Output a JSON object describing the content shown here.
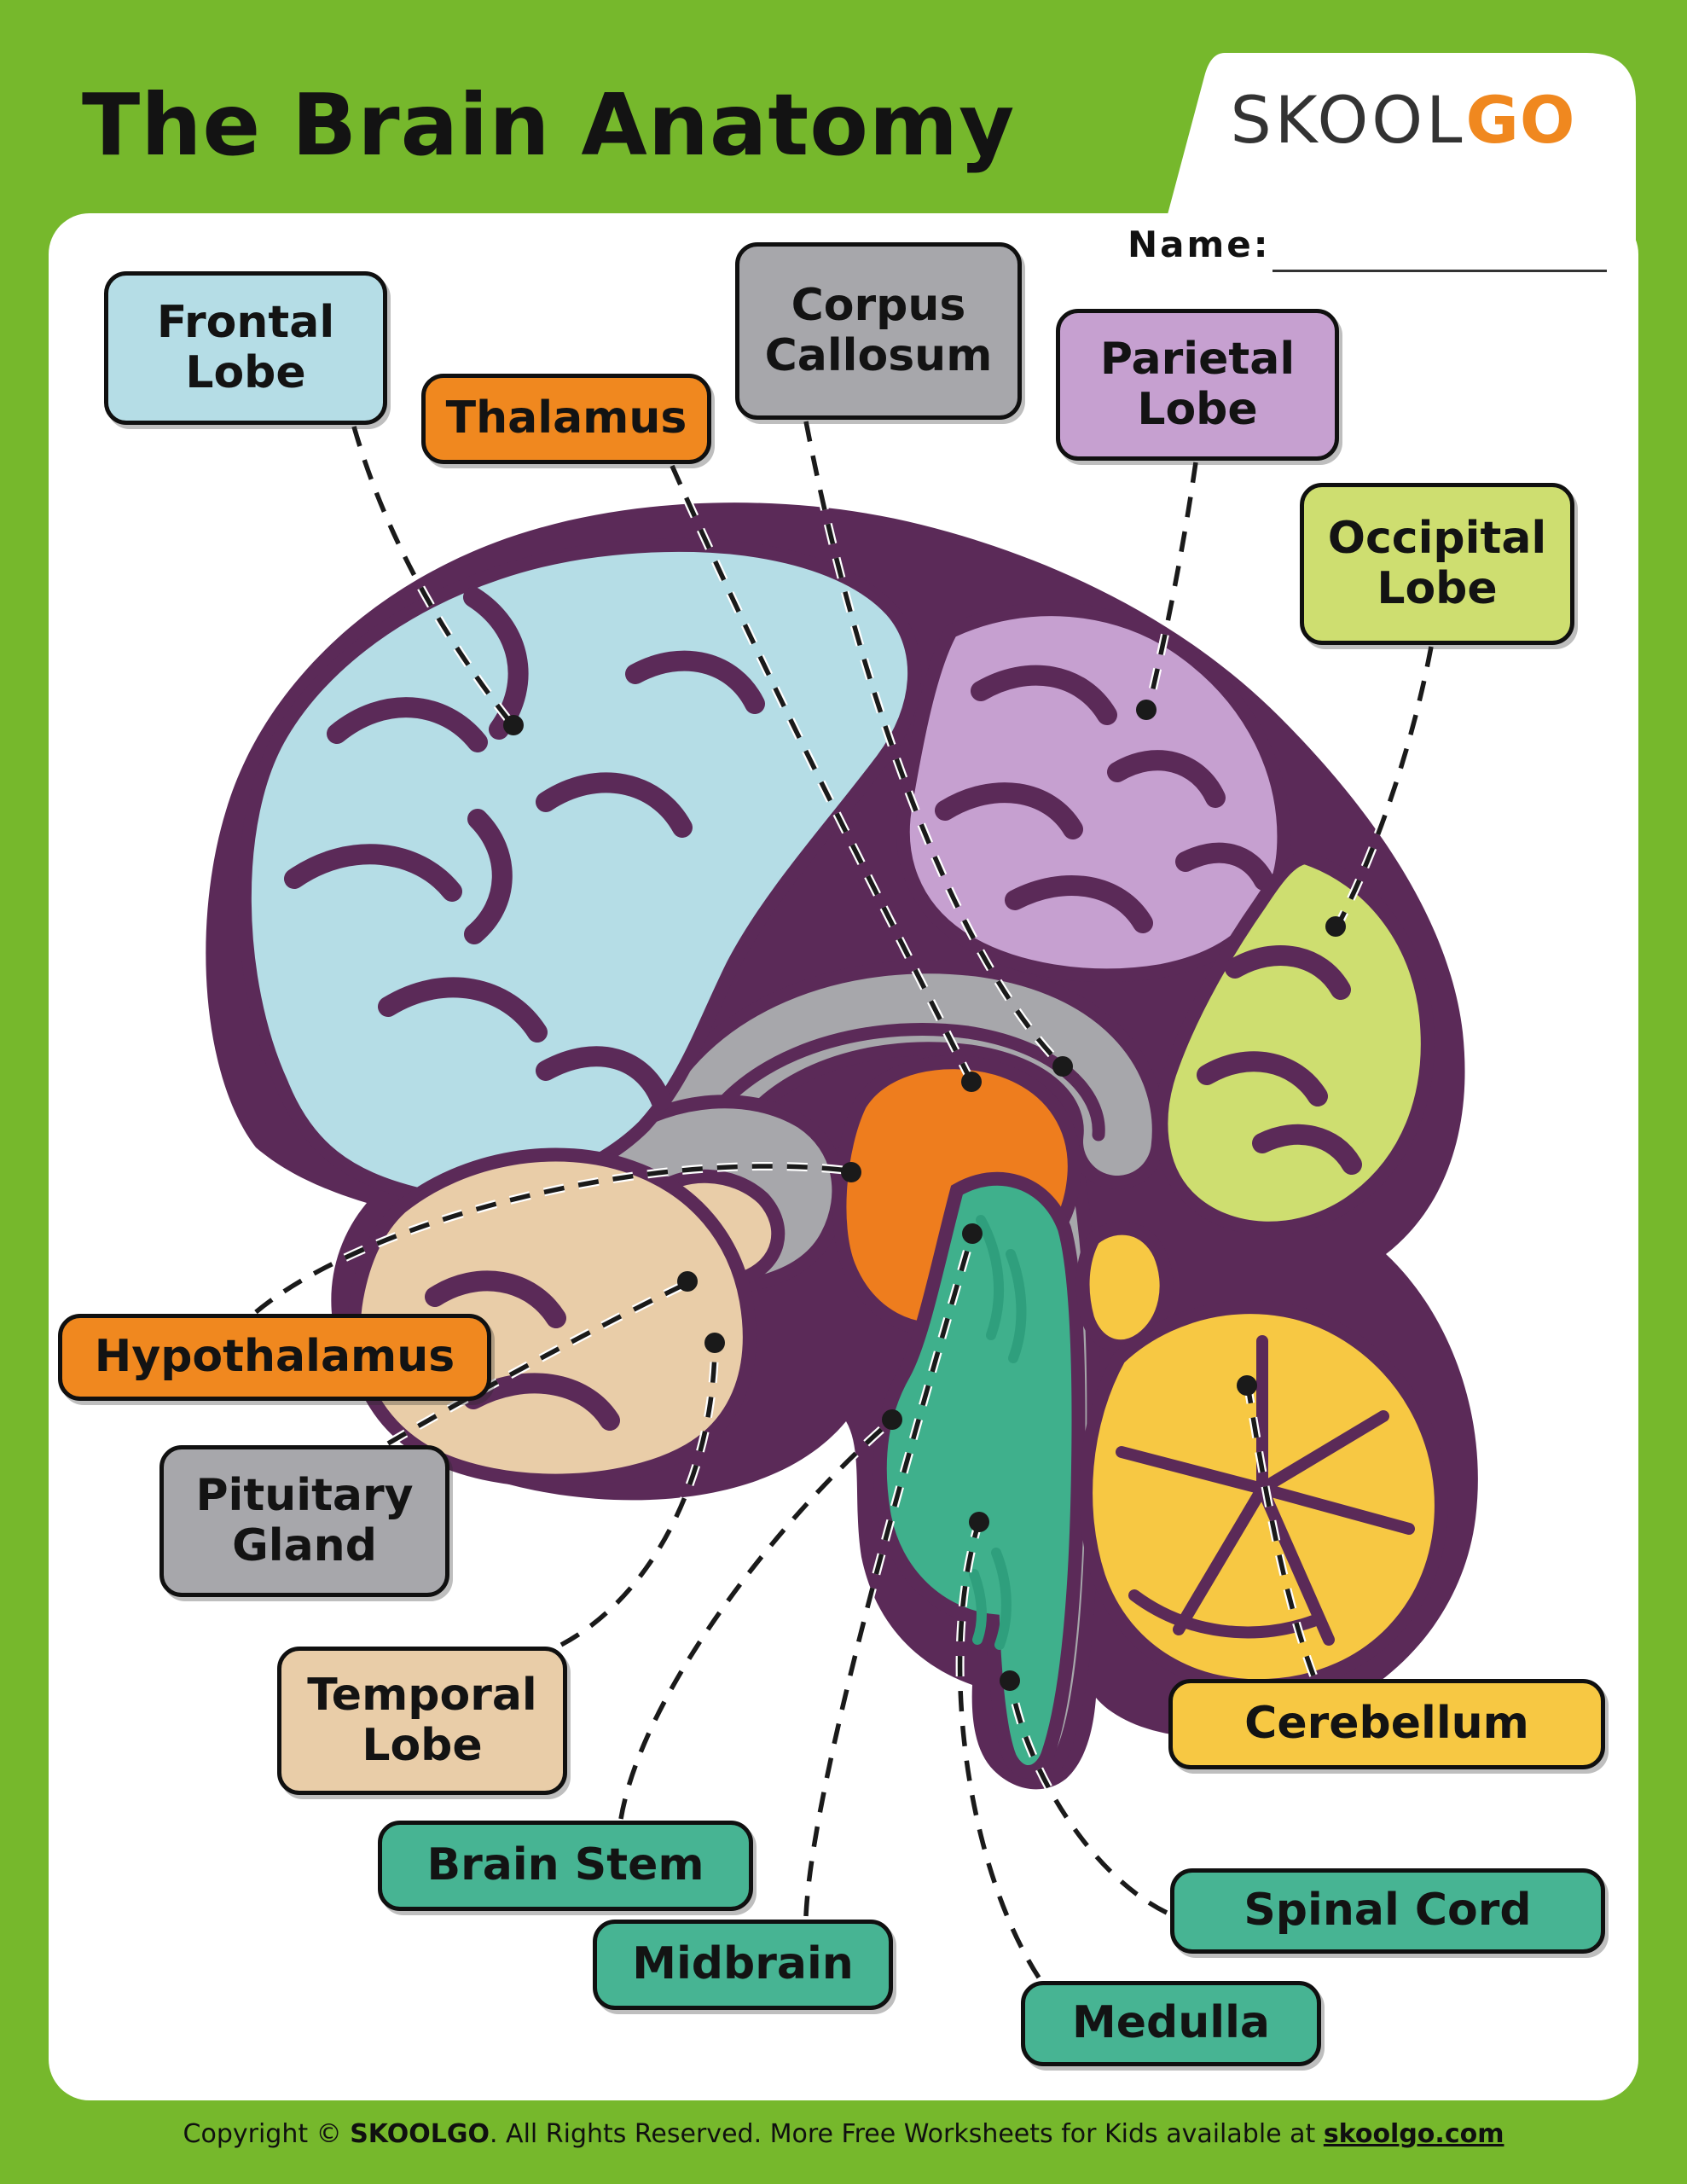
{
  "page": {
    "title": "The Brain Anatomy"
  },
  "logo": {
    "skool": "SKOOL",
    "go": "GO"
  },
  "name_field": {
    "label": "Name:"
  },
  "labels": [
    {
      "id": "frontal-lobe",
      "line1": "Frontal",
      "line2": "Lobe",
      "color": "#b5dde6"
    },
    {
      "id": "thalamus",
      "line1": "Thalamus",
      "line2": "",
      "color": "#f0881f"
    },
    {
      "id": "corpus-callosum",
      "line1": "Corpus",
      "line2": "Callosum",
      "color": "#a7a7ab"
    },
    {
      "id": "parietal-lobe",
      "line1": "Parietal",
      "line2": "Lobe",
      "color": "#c6a0d0"
    },
    {
      "id": "occipital-lobe",
      "line1": "Occipital",
      "line2": "Lobe",
      "color": "#cede70"
    },
    {
      "id": "hypothalamus",
      "line1": "Hypothalamus",
      "line2": "",
      "color": "#f0881f"
    },
    {
      "id": "pituitary-gland",
      "line1": "Pituitary",
      "line2": "Gland",
      "color": "#a7a7ab"
    },
    {
      "id": "temporal-lobe",
      "line1": "Temporal",
      "line2": "Lobe",
      "color": "#e9cda8"
    },
    {
      "id": "brain-stem",
      "line1": "Brain Stem",
      "line2": "",
      "color": "#47b493"
    },
    {
      "id": "midbrain",
      "line1": "Midbrain",
      "line2": "",
      "color": "#47b493"
    },
    {
      "id": "cerebellum",
      "line1": "Cerebellum",
      "line2": "",
      "color": "#f7c843"
    },
    {
      "id": "spinal-cord",
      "line1": "Spinal Cord",
      "line2": "",
      "color": "#47b493"
    },
    {
      "id": "medulla",
      "line1": "Medulla",
      "line2": "",
      "color": "#47b493"
    }
  ],
  "footer": {
    "prefix": "Copyright © ",
    "brand": "SKOOLGO",
    "middle": ". All Rights Reserved. More Free Worksheets for Kids available at ",
    "link": "skoolgo.com"
  },
  "colors": {
    "background_green": "#76b82c",
    "outline_purple": "#5b2a58",
    "frontal_blue": "#b5dde6",
    "parietal_purple": "#c6a0d0",
    "occipital_green": "#cede70",
    "temporal_tan": "#e9cda8",
    "thalamus_orange": "#ee7d1e",
    "brainstem_teal": "#3fb08c",
    "brainstem_teal_dark": "#2f9f7d",
    "cerebellum_yellow": "#f7c843",
    "gray": "#a7a7ab",
    "label_orange": "#f0881f",
    "label_teal": "#47b493",
    "ink": "#141414"
  }
}
